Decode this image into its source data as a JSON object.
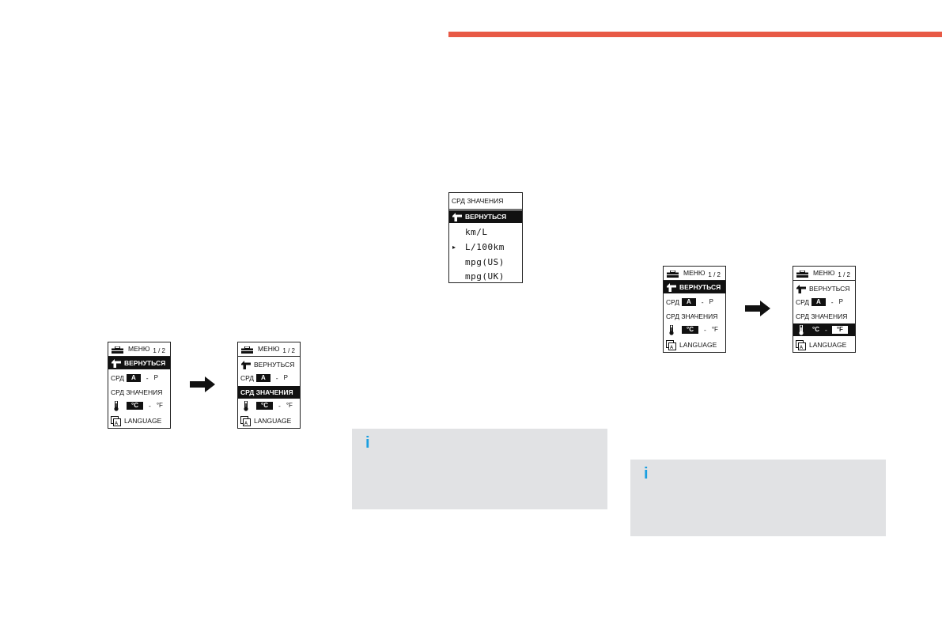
{
  "colors": {
    "accent_bar": "#e85a46",
    "info_bg": "#e1e2e4",
    "info_icon": "#1a9fe0"
  },
  "menu": {
    "title": "МЕНЮ",
    "page": "1 / 2",
    "back": "ВЕРНУТЬСЯ",
    "crd_label": "СРД",
    "crd_a": "A",
    "crd_sep": "-",
    "crd_p": "P",
    "crd_values": "СРД ЗНАЧЕНИЯ",
    "temp_c": "°C",
    "temp_sep": "-",
    "temp_f": "°F",
    "language": "LANGUAGE"
  },
  "crd_screen": {
    "title": "СРД ЗНАЧЕНИЯ",
    "back": "ВЕРНУТЬСЯ",
    "options": [
      "km/L",
      "L/100km",
      "mpg(US)",
      "mpg(UK)"
    ],
    "selected_marker": "▸"
  },
  "info": {
    "icon": "i"
  },
  "icons": [
    "toolbox-icon",
    "back-arrow-icon",
    "thermometer-icon",
    "language-icon",
    "right-arrow-icon",
    "info-icon"
  ]
}
